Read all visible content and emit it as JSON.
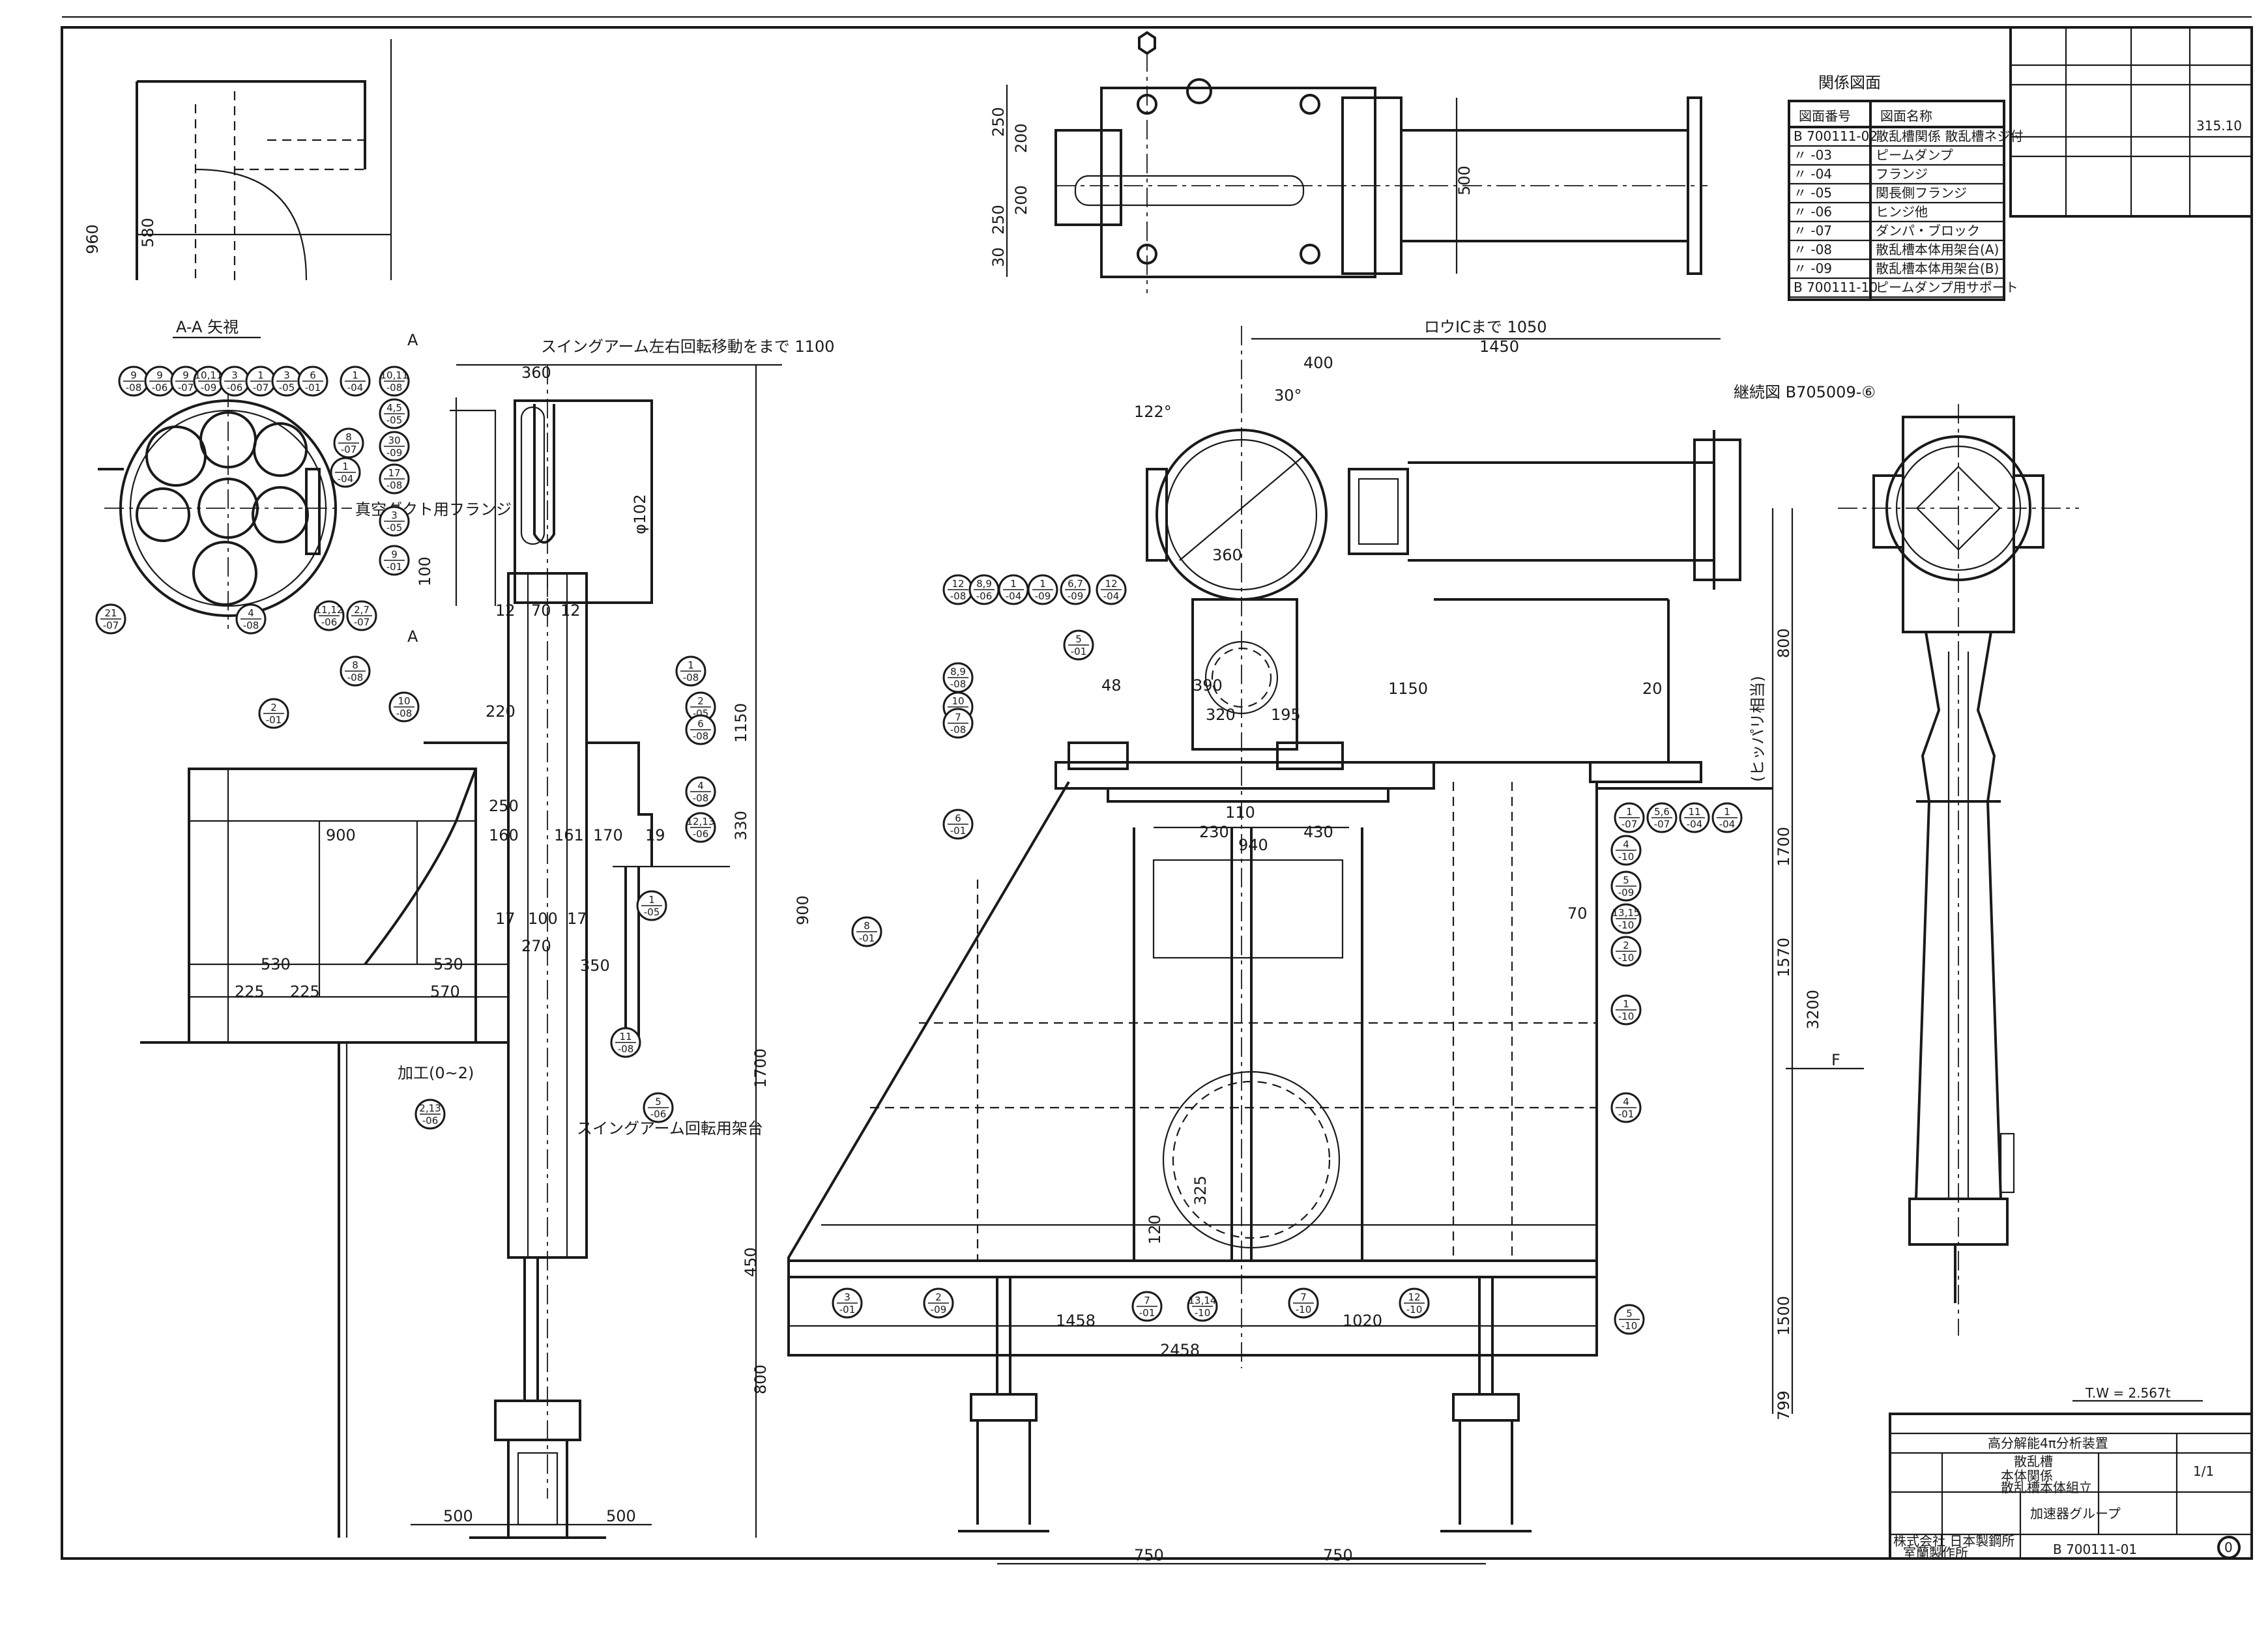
{
  "section_label": "A-A 矢視",
  "section_mark": "A",
  "top_right_code": "315.10",
  "related_drawings": {
    "title": "関係図面",
    "col_no": "図面番号",
    "col_name": "図面名称",
    "rows": [
      {
        "no": "B 700111-02",
        "name": "散乱槽関係 散乱槽ネジ付"
      },
      {
        "no": "〃 -03",
        "name": "ピームダンプ"
      },
      {
        "no": "〃 -04",
        "name": "フランジ"
      },
      {
        "no": "〃 -05",
        "name": "関長側フランジ"
      },
      {
        "no": "〃 -06",
        "name": "ヒンジ他"
      },
      {
        "no": "〃 -07",
        "name": "ダンパ・ブロック"
      },
      {
        "no": "〃 -08",
        "name": "散乱槽本体用架台(A)"
      },
      {
        "no": "〃 -09",
        "name": "散乱槽本体用架台(B)"
      },
      {
        "no": "B 700111-10",
        "name": "ピームダンプ用サポート"
      }
    ]
  },
  "title_block": {
    "header_note": "T.W = 2.567t",
    "project": "高分解能4π分析装置",
    "part": "散乱槽",
    "drawing_title": "本体関係",
    "subtitle": "散乱槽本体組立",
    "company": "株式会社 日本製鋼所",
    "plant": "室蘭製作所",
    "group": "加速器グループ",
    "drawing_no": "B 700111-01",
    "revision": "0",
    "sheet": "1/1"
  },
  "annotations": {
    "swing_arm_travel": "スイングアーム左右回転移動をまで 1100",
    "top_flange": "真空ダクト用フランジ",
    "swing_arm_stand": "スイングアーム回転用架台",
    "fit_note": "加工(0~2)",
    "flange_ref": "継続図 B705009-⑥",
    "clearance_note": "ロウICまで 1050",
    "pipe_note": "(ヒッパリ相当)",
    "f_mark": "F"
  },
  "balloons": [
    {
      "id": "b1",
      "text": "9\n-08"
    },
    {
      "id": "b2",
      "text": "9\n-06"
    },
    {
      "id": "b3",
      "text": "9\n-07"
    },
    {
      "id": "b4",
      "text": "10,11\n-09"
    },
    {
      "id": "b5",
      "text": "3\n-06"
    },
    {
      "id": "b6",
      "text": "1\n-07"
    },
    {
      "id": "b7",
      "text": "3\n-05"
    },
    {
      "id": "b8",
      "text": "6\n-01"
    },
    {
      "id": "b9",
      "text": "1\n-04"
    },
    {
      "id": "b10",
      "text": "10,11\n-08"
    },
    {
      "id": "b11",
      "text": "4,5\n-05"
    },
    {
      "id": "b12",
      "text": "30\n-09"
    },
    {
      "id": "b13",
      "text": "17\n-08"
    },
    {
      "id": "b14",
      "text": "8\n-07"
    },
    {
      "id": "b15",
      "text": "1\n-04"
    },
    {
      "id": "b16",
      "text": "3\n-05"
    },
    {
      "id": "b17",
      "text": "9\n-01"
    },
    {
      "id": "b18",
      "text": "11,12\n-06"
    },
    {
      "id": "b19",
      "text": "2,7\n-07"
    },
    {
      "id": "b20",
      "text": "4\n-08"
    },
    {
      "id": "b21",
      "text": "21\n-07"
    },
    {
      "id": "b22",
      "text": "8\n-08"
    },
    {
      "id": "b23",
      "text": "10\n-08"
    },
    {
      "id": "b24",
      "text": "1\n-08"
    },
    {
      "id": "b25",
      "text": "2\n-05"
    },
    {
      "id": "b26",
      "text": "6\n-08"
    },
    {
      "id": "b27",
      "text": "4\n-08"
    },
    {
      "id": "b28",
      "text": "12,13\n-06"
    },
    {
      "id": "b29",
      "text": "1\n-05"
    },
    {
      "id": "b30",
      "text": "11\n-08"
    },
    {
      "id": "b31",
      "text": "2,13\n-06"
    },
    {
      "id": "b32",
      "text": "2\n-01"
    },
    {
      "id": "b33",
      "text": "5\n-06"
    },
    {
      "id": "b34",
      "text": "12\n-08"
    },
    {
      "id": "b35",
      "text": "8,9\n-06"
    },
    {
      "id": "b36",
      "text": "1\n-04"
    },
    {
      "id": "b37",
      "text": "1\n-09"
    },
    {
      "id": "b38",
      "text": "6,7\n-09"
    },
    {
      "id": "b39",
      "text": "12\n-04"
    },
    {
      "id": "b40",
      "text": "8,9\n-08"
    },
    {
      "id": "b41",
      "text": "10\n-08"
    },
    {
      "id": "b42",
      "text": "7\n-08"
    },
    {
      "id": "b43",
      "text": "5\n-01"
    },
    {
      "id": "b44",
      "text": "6\n-01"
    },
    {
      "id": "b45",
      "text": "8\n-01"
    },
    {
      "id": "b46",
      "text": "1\n-07"
    },
    {
      "id": "b47",
      "text": "5,6\n-07"
    },
    {
      "id": "b48",
      "text": "11\n-04"
    },
    {
      "id": "b49",
      "text": "1\n-04"
    },
    {
      "id": "b50",
      "text": "4\n-10"
    },
    {
      "id": "b51",
      "text": "5\n-09"
    },
    {
      "id": "b52",
      "text": "13,15\n-10"
    },
    {
      "id": "b53",
      "text": "2\n-10"
    },
    {
      "id": "b54",
      "text": "1\n-10"
    },
    {
      "id": "b55",
      "text": "4\n-01"
    },
    {
      "id": "b56",
      "text": "3\n-01"
    },
    {
      "id": "b57",
      "text": "2\n-09"
    },
    {
      "id": "b58",
      "text": "7\n-01"
    },
    {
      "id": "b59",
      "text": "13,14\n-10"
    },
    {
      "id": "b60",
      "text": "7\n-10"
    },
    {
      "id": "b61",
      "text": "12\n-10"
    },
    {
      "id": "b62",
      "text": "5\n-10"
    }
  ],
  "dimensions": {
    "d360": "360",
    "d220": "220",
    "d1150": "1150",
    "d330": "330",
    "d250": "250",
    "d900": "900",
    "d160": "160",
    "d161": "161",
    "d170": "170",
    "d19": "19",
    "d12a": "12",
    "d70": "70",
    "d12b": "12",
    "d100": "100",
    "d17a": "17",
    "d17b": "17",
    "d270": "270",
    "d350": "350",
    "d530a": "530",
    "d530b": "530",
    "d570": "570",
    "d225a": "225",
    "d225b": "225",
    "d1700a": "1700",
    "d800a": "800",
    "d500a": "500",
    "d500b": "500",
    "d1450": "1450",
    "d400": "400",
    "d30deg": "30°",
    "d122deg": "122°",
    "d48": "48",
    "d390": "390",
    "d320": "320",
    "d195": "195",
    "d1150b": "1150",
    "d110": "110",
    "d230": "230",
    "d940": "940",
    "d430": "430",
    "d900b": "900",
    "d1458": "1458",
    "d1020": "1020",
    "d2458": "2458",
    "d750a": "750",
    "d750b": "750",
    "d1700b": "1700",
    "d1570": "1570",
    "d3200": "3200",
    "d1500": "1500",
    "d800b": "800",
    "d799": "799",
    "d250b": "250",
    "d200a": "200",
    "d200b": "200",
    "d250c": "250",
    "d30": "30",
    "d500c": "500",
    "d960": "960",
    "d580": "580",
    "d6102": "φ102",
    "d360b": "360",
    "d100b": "100",
    "d325": "325",
    "d120": "120",
    "d450": "450",
    "d20": "20",
    "d70b": "70"
  }
}
